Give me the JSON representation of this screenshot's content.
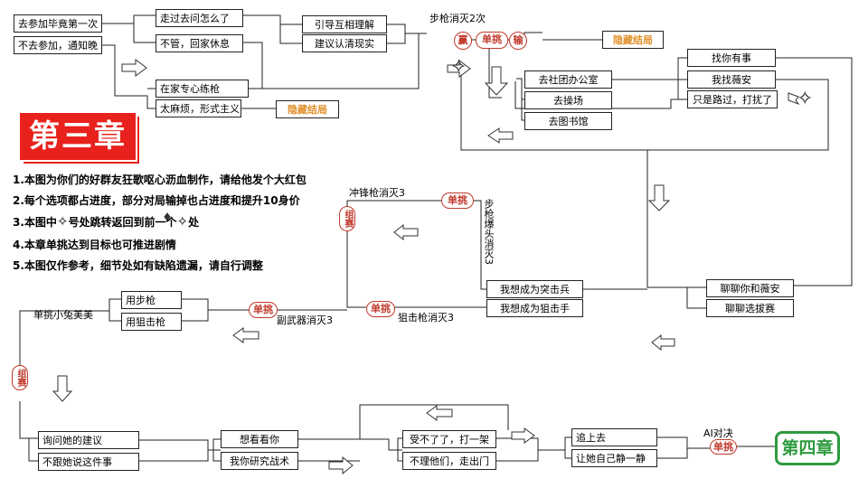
{
  "top_left": {
    "go_match": "去参加毕竟第一次",
    "not_go": "不去参加，通知晚",
    "ask_situation": "走过去问怎么了",
    "go_home": "不管，回家休息",
    "guide": "引导互相理解",
    "face_reality": "建议认清现实",
    "practice": "在家专心练枪",
    "too_lazy": "太麻烦，形式主义",
    "hidden_ending_1": "隐藏结局"
  },
  "top_right": {
    "step_gun_label": "步枪消灭2次",
    "win": "赢",
    "duel": "单挑",
    "lose": "输",
    "hidden_ending_2": "隐藏结局",
    "club_office": "去社团办公室",
    "playground": "去操场",
    "library": "去图书馆",
    "find_you": "找你有事",
    "find_weian": "我找薇安",
    "passing_by": "只是路过，打扰了"
  },
  "chapter_title": "第三章",
  "notes": [
    "1.本图为你们的好群友狂歌呕心沥血制作，请给他发个大红包",
    "2.每个选项都占进度，部分对局输掉也占进度和提升10身价",
    "3.本图中",
    "号处跳转返回到前一个",
    "处",
    "4.本章单挑达到目标也可推进剧情",
    "5.本图仅作参考，细节处如有缺陷遗漏，请自行调整"
  ],
  "middle": {
    "smg_label": "冲锋枪消灭3",
    "duel": "单挑",
    "team_match": "组赛",
    "rifle_headshot": "步枪爆头消灭3",
    "assault": "我想成为突击兵",
    "sniper": "我想成为狙击手",
    "chat_you_weian": "聊聊你和薇安",
    "chat_selection": "聊聊选拔赛",
    "sniper_label": "狙击枪消灭3",
    "sidearm_label": "副武器消灭3",
    "duel_rabbit": "单挑小兔美美",
    "use_rifle": "用步枪",
    "use_sniper": "用狙击枪"
  },
  "bottom": {
    "team_match": "组赛",
    "ask_advice": "询问她的建议",
    "not_tell": "不跟她说这件事",
    "want_see": "想看看你",
    "study_tactics": "我你研究战术",
    "cant_take": "受不了了，打一架",
    "ignore": "不理他们，走出门",
    "chase": "追上去",
    "calm": "让她自己静一静",
    "ai_duel": "AI对决",
    "duel": "单挑",
    "chapter4": "第四章"
  }
}
